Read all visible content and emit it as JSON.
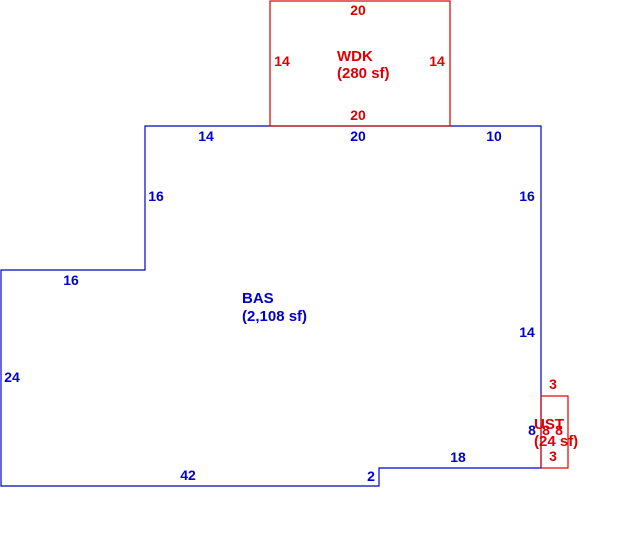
{
  "colors": {
    "main": "#0000cc",
    "deck": "#dd0000",
    "background": "#ffffff"
  },
  "areas": {
    "bas": {
      "name": "BAS",
      "size": "(2,108 sf)"
    },
    "wdk": {
      "name": "WDK",
      "size": "(280 sf)"
    },
    "ust": {
      "name": "UST",
      "size": "(24 sf)"
    }
  },
  "dimensions": {
    "bas": {
      "top_left": "14",
      "top_mid": "20",
      "top_right": "10",
      "left_upper": "16",
      "left_step": "16",
      "left_lower": "24",
      "bottom_left": "42",
      "bottom_notch": "2",
      "bottom_right": "18",
      "right_upper": "16",
      "right_mid": "14",
      "right_lower": "8"
    },
    "wdk": {
      "top": "20",
      "bottom": "20",
      "left": "14",
      "right": "14"
    },
    "ust": {
      "top": "3",
      "bottom": "3",
      "left": "8",
      "right": "8"
    }
  }
}
